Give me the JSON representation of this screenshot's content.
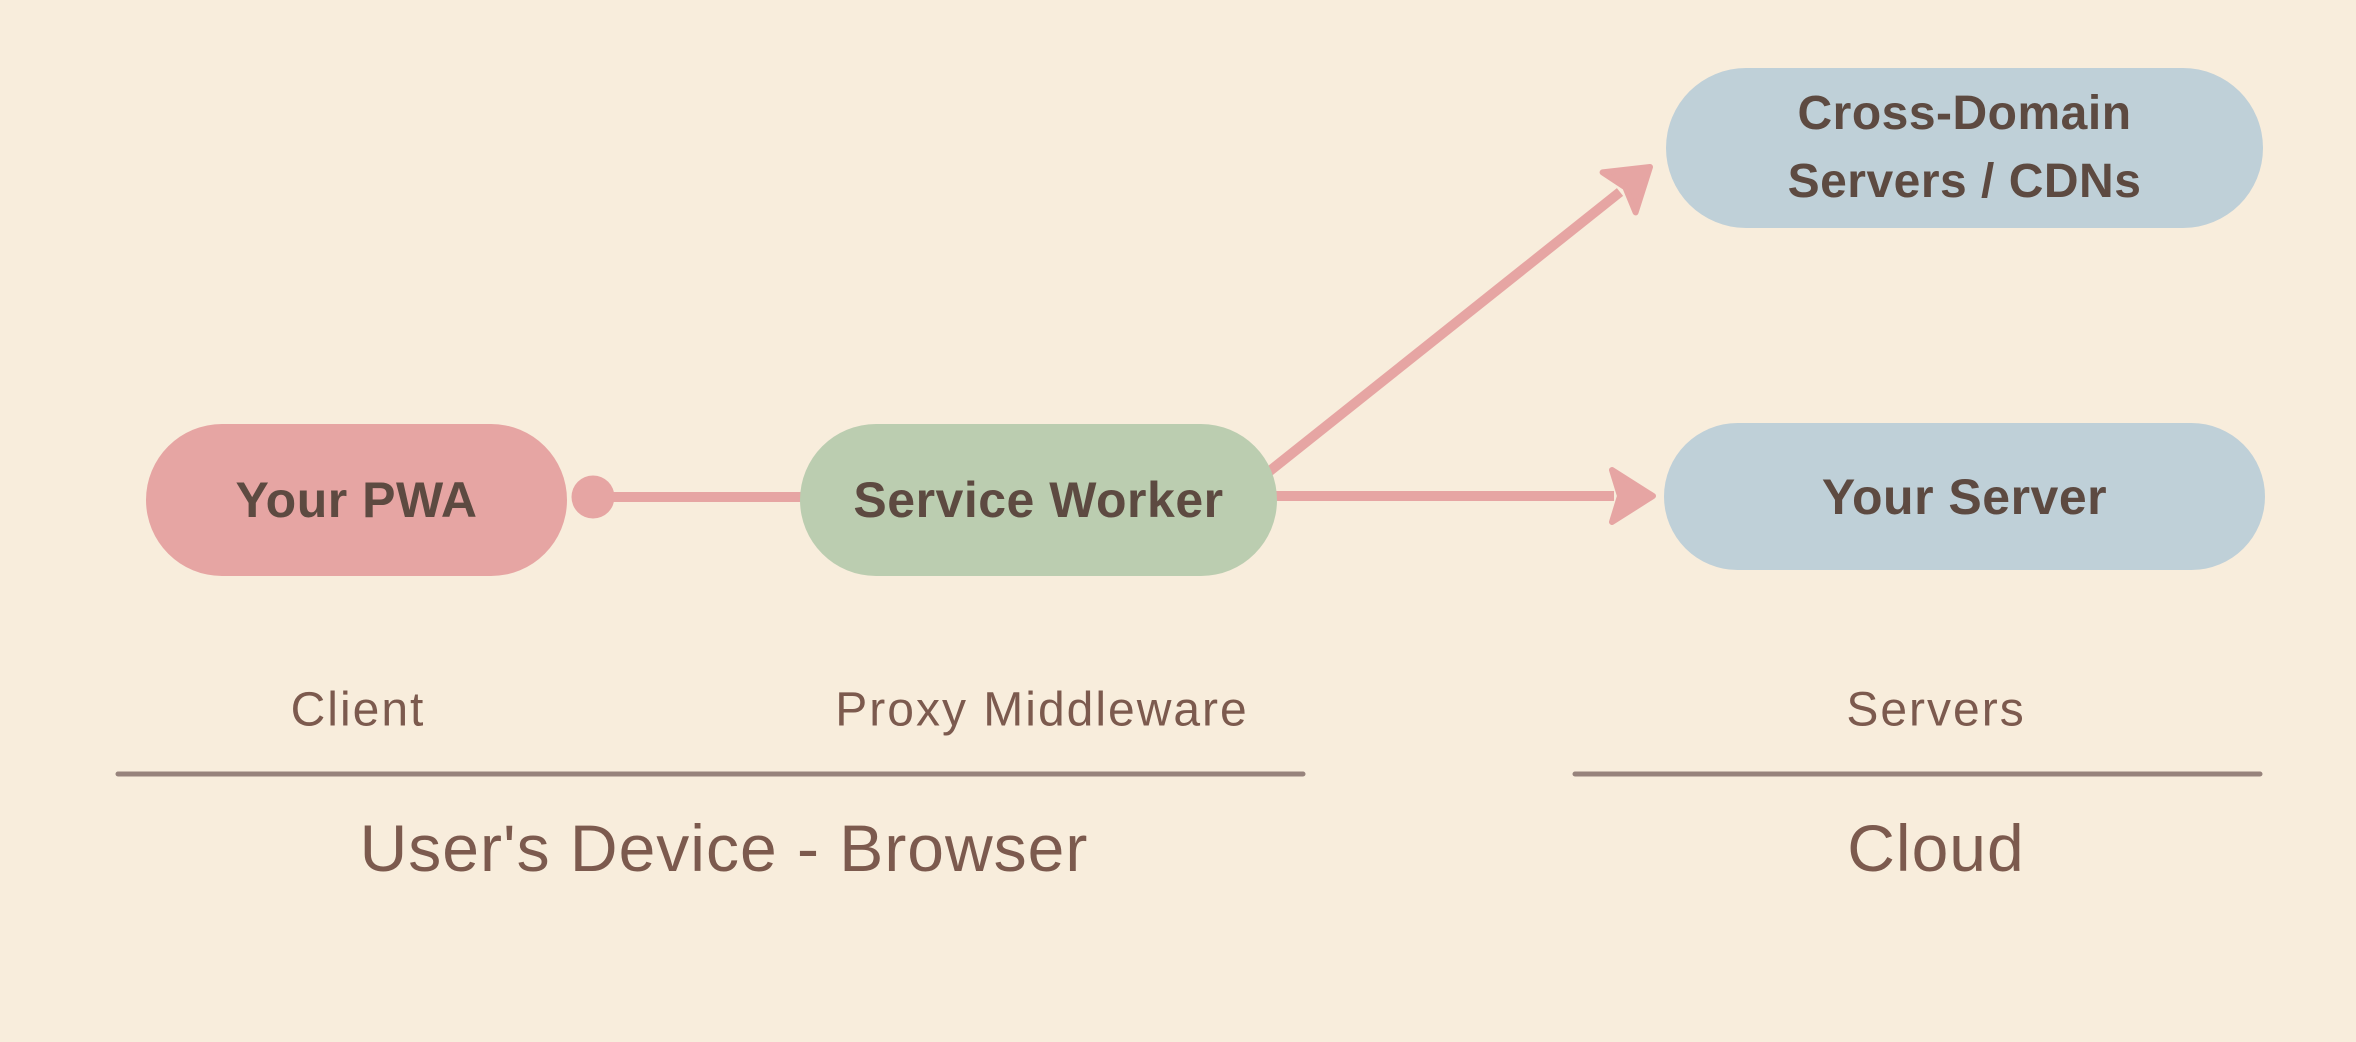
{
  "colors": {
    "background": "#F8EDDC",
    "pink": "#E6A5A3",
    "green": "#BBCDB0",
    "blue": "#BFD0D8",
    "node_text": "#5D4A41",
    "label_text": "#7C5A4E",
    "divider": "#97837C",
    "arrow": "#E6A5A3"
  },
  "nodes": {
    "your_pwa": {
      "label": "Your PWA"
    },
    "service_worker": {
      "label": "Service Worker"
    },
    "cross_domain": {
      "line1": "Cross-Domain",
      "line2": "Servers / CDNs"
    },
    "your_server": {
      "label": "Your Server"
    }
  },
  "role_labels": {
    "client": "Client",
    "proxy_middleware": "Proxy Middleware",
    "servers": "Servers"
  },
  "section_titles": {
    "left": "User's Device - Browser",
    "right": "Cloud"
  }
}
